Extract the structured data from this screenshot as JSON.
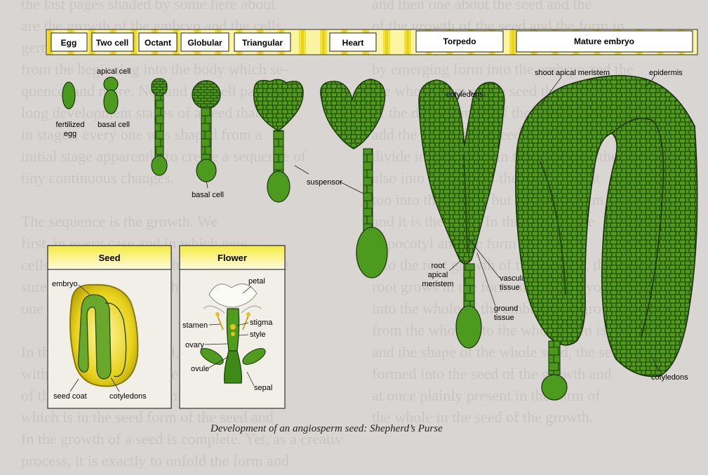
{
  "stages": {
    "egg": "Egg",
    "two_cell": "Two cell",
    "octant": "Octant",
    "globular": "Globular",
    "triangular": "Triangular",
    "heart": "Heart",
    "torpedo": "Torpedo",
    "mature": "Mature embryo"
  },
  "labels": {
    "apical_cell": "apical cell",
    "fertilized_egg_line1": "fertilized",
    "fertilized_egg_line2": "egg",
    "basal_cell_top": "basal cell",
    "basal_cell_bottom": "basal cell",
    "suspensor": "suspensor",
    "cotyledons_top": "cotyledons",
    "shoot_apical_meristem": "shoot apical meristem",
    "epidermis": "epidermis",
    "root_apical_line1": "root",
    "root_apical_line2": "apical",
    "root_apical_line3": "meristem",
    "vascular_line1": "vascular",
    "vascular_line2": "tissue",
    "ground_line1": "ground",
    "ground_line2": "tissue",
    "cotyledons_bottom": "cotyledons"
  },
  "seed_panel": {
    "title": "Seed",
    "embryo": "embryo",
    "seed_coat": "seed coat",
    "cotyledons": "cotyledons"
  },
  "flower_panel": {
    "title": "Flower",
    "petal": "petal",
    "stamen": "stamen",
    "stigma": "stigma",
    "style": "style",
    "ovary": "ovary",
    "ovule": "ovule",
    "sepal": "sepal"
  },
  "caption": "Development of an angiosperm seed: Shepherd’s Purse",
  "colors": {
    "embryo_fill": "#4c9a1e",
    "cell_line": "#1e3a0a",
    "band_yellow": "#f4e94a"
  }
}
